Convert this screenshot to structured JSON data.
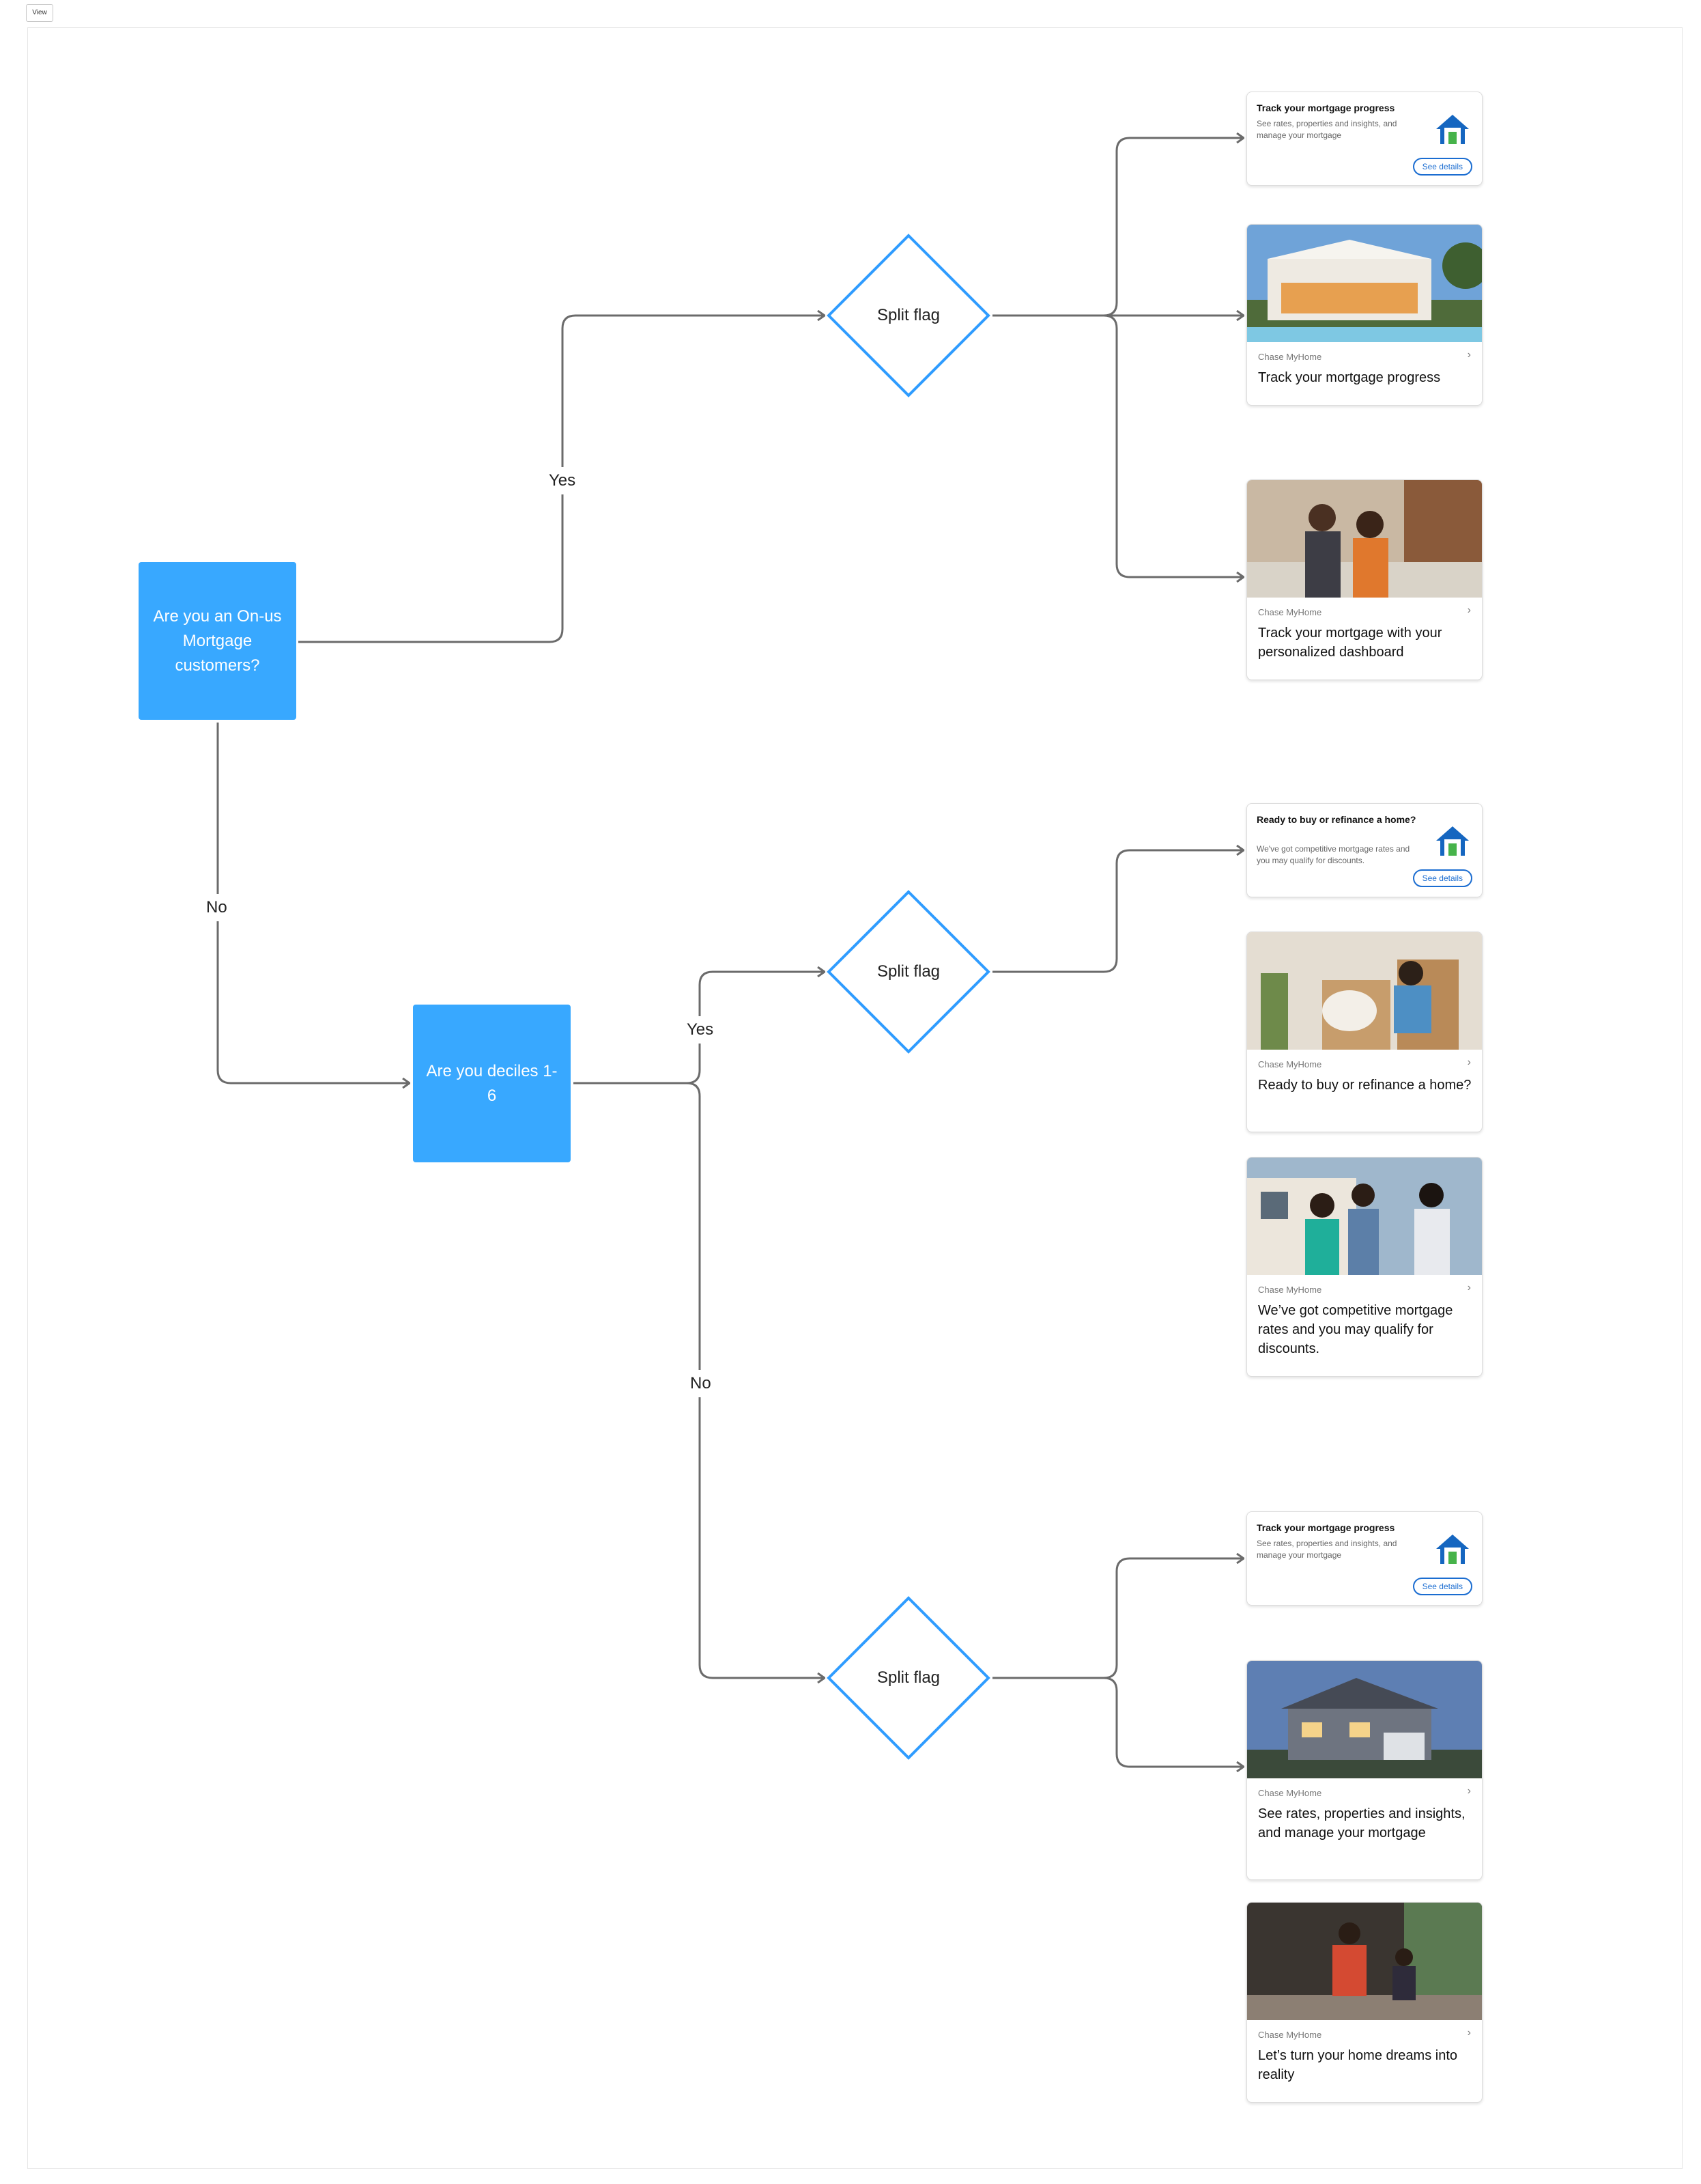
{
  "toolbar": {
    "view_label": "View"
  },
  "decisions": {
    "onus": "Are you an On-us Mortgage customers?",
    "deciles": "Are you deciles 1-6"
  },
  "split_flags": [
    "Split flag",
    "Split flag",
    "Split flag"
  ],
  "edge_labels": {
    "yes_top": "Yes",
    "no_left": "No",
    "yes_mid": "Yes",
    "no_mid": "No"
  },
  "small_cards": [
    {
      "title": "Track your mortgage progress",
      "body": "See rates, properties and insights, and manage your mortgage",
      "button": "See details"
    },
    {
      "title": "Ready to buy or refinance a home?",
      "body": "We've got competitive mortgage rates and you may qualify for discounts.",
      "button": "See details"
    },
    {
      "title": "Track your mortgage progress",
      "body": "See rates, properties and insights, and manage your mortgage",
      "button": "See details"
    }
  ],
  "image_cards": [
    {
      "brand": "Chase MyHome",
      "text": "Track your mortgage progress"
    },
    {
      "brand": "Chase MyHome",
      "text": "Track your mortgage with your personalized dashboard"
    },
    {
      "brand": "Chase MyHome",
      "text": "Ready to buy or refinance a home?"
    },
    {
      "brand": "Chase MyHome",
      "text": "We’ve got competitive mortgage rates and you may qualify for discounts."
    },
    {
      "brand": "Chase MyHome",
      "text": "See rates, properties and insights, and manage your mortgage"
    },
    {
      "brand": "Chase MyHome",
      "text": "Let’s turn your home dreams into reality"
    }
  ],
  "colors": {
    "decision_box": "#38a8ff",
    "diamond_stroke": "#2f9cff",
    "connector": "#6b6b6b",
    "button_blue": "#1b6dd1"
  }
}
